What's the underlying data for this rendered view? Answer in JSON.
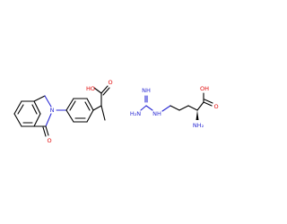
{
  "colors": {
    "background": "#ffffff",
    "bond": "#000000",
    "oxygen": "#e00000",
    "nitrogen": "#2a2ad4"
  },
  "molecule_1": {
    "ring_nitrogen": "N",
    "carbonyl_oxygen": "O",
    "acid_label": "HO",
    "acid_oxygen": "O"
  },
  "molecule_2": {
    "imine_label": "NH",
    "amino_label": "H₂N",
    "linker_label": "NH",
    "acid_label": "OH",
    "acid_oxygen": "O",
    "alpha_amine_label": "NH₂"
  }
}
